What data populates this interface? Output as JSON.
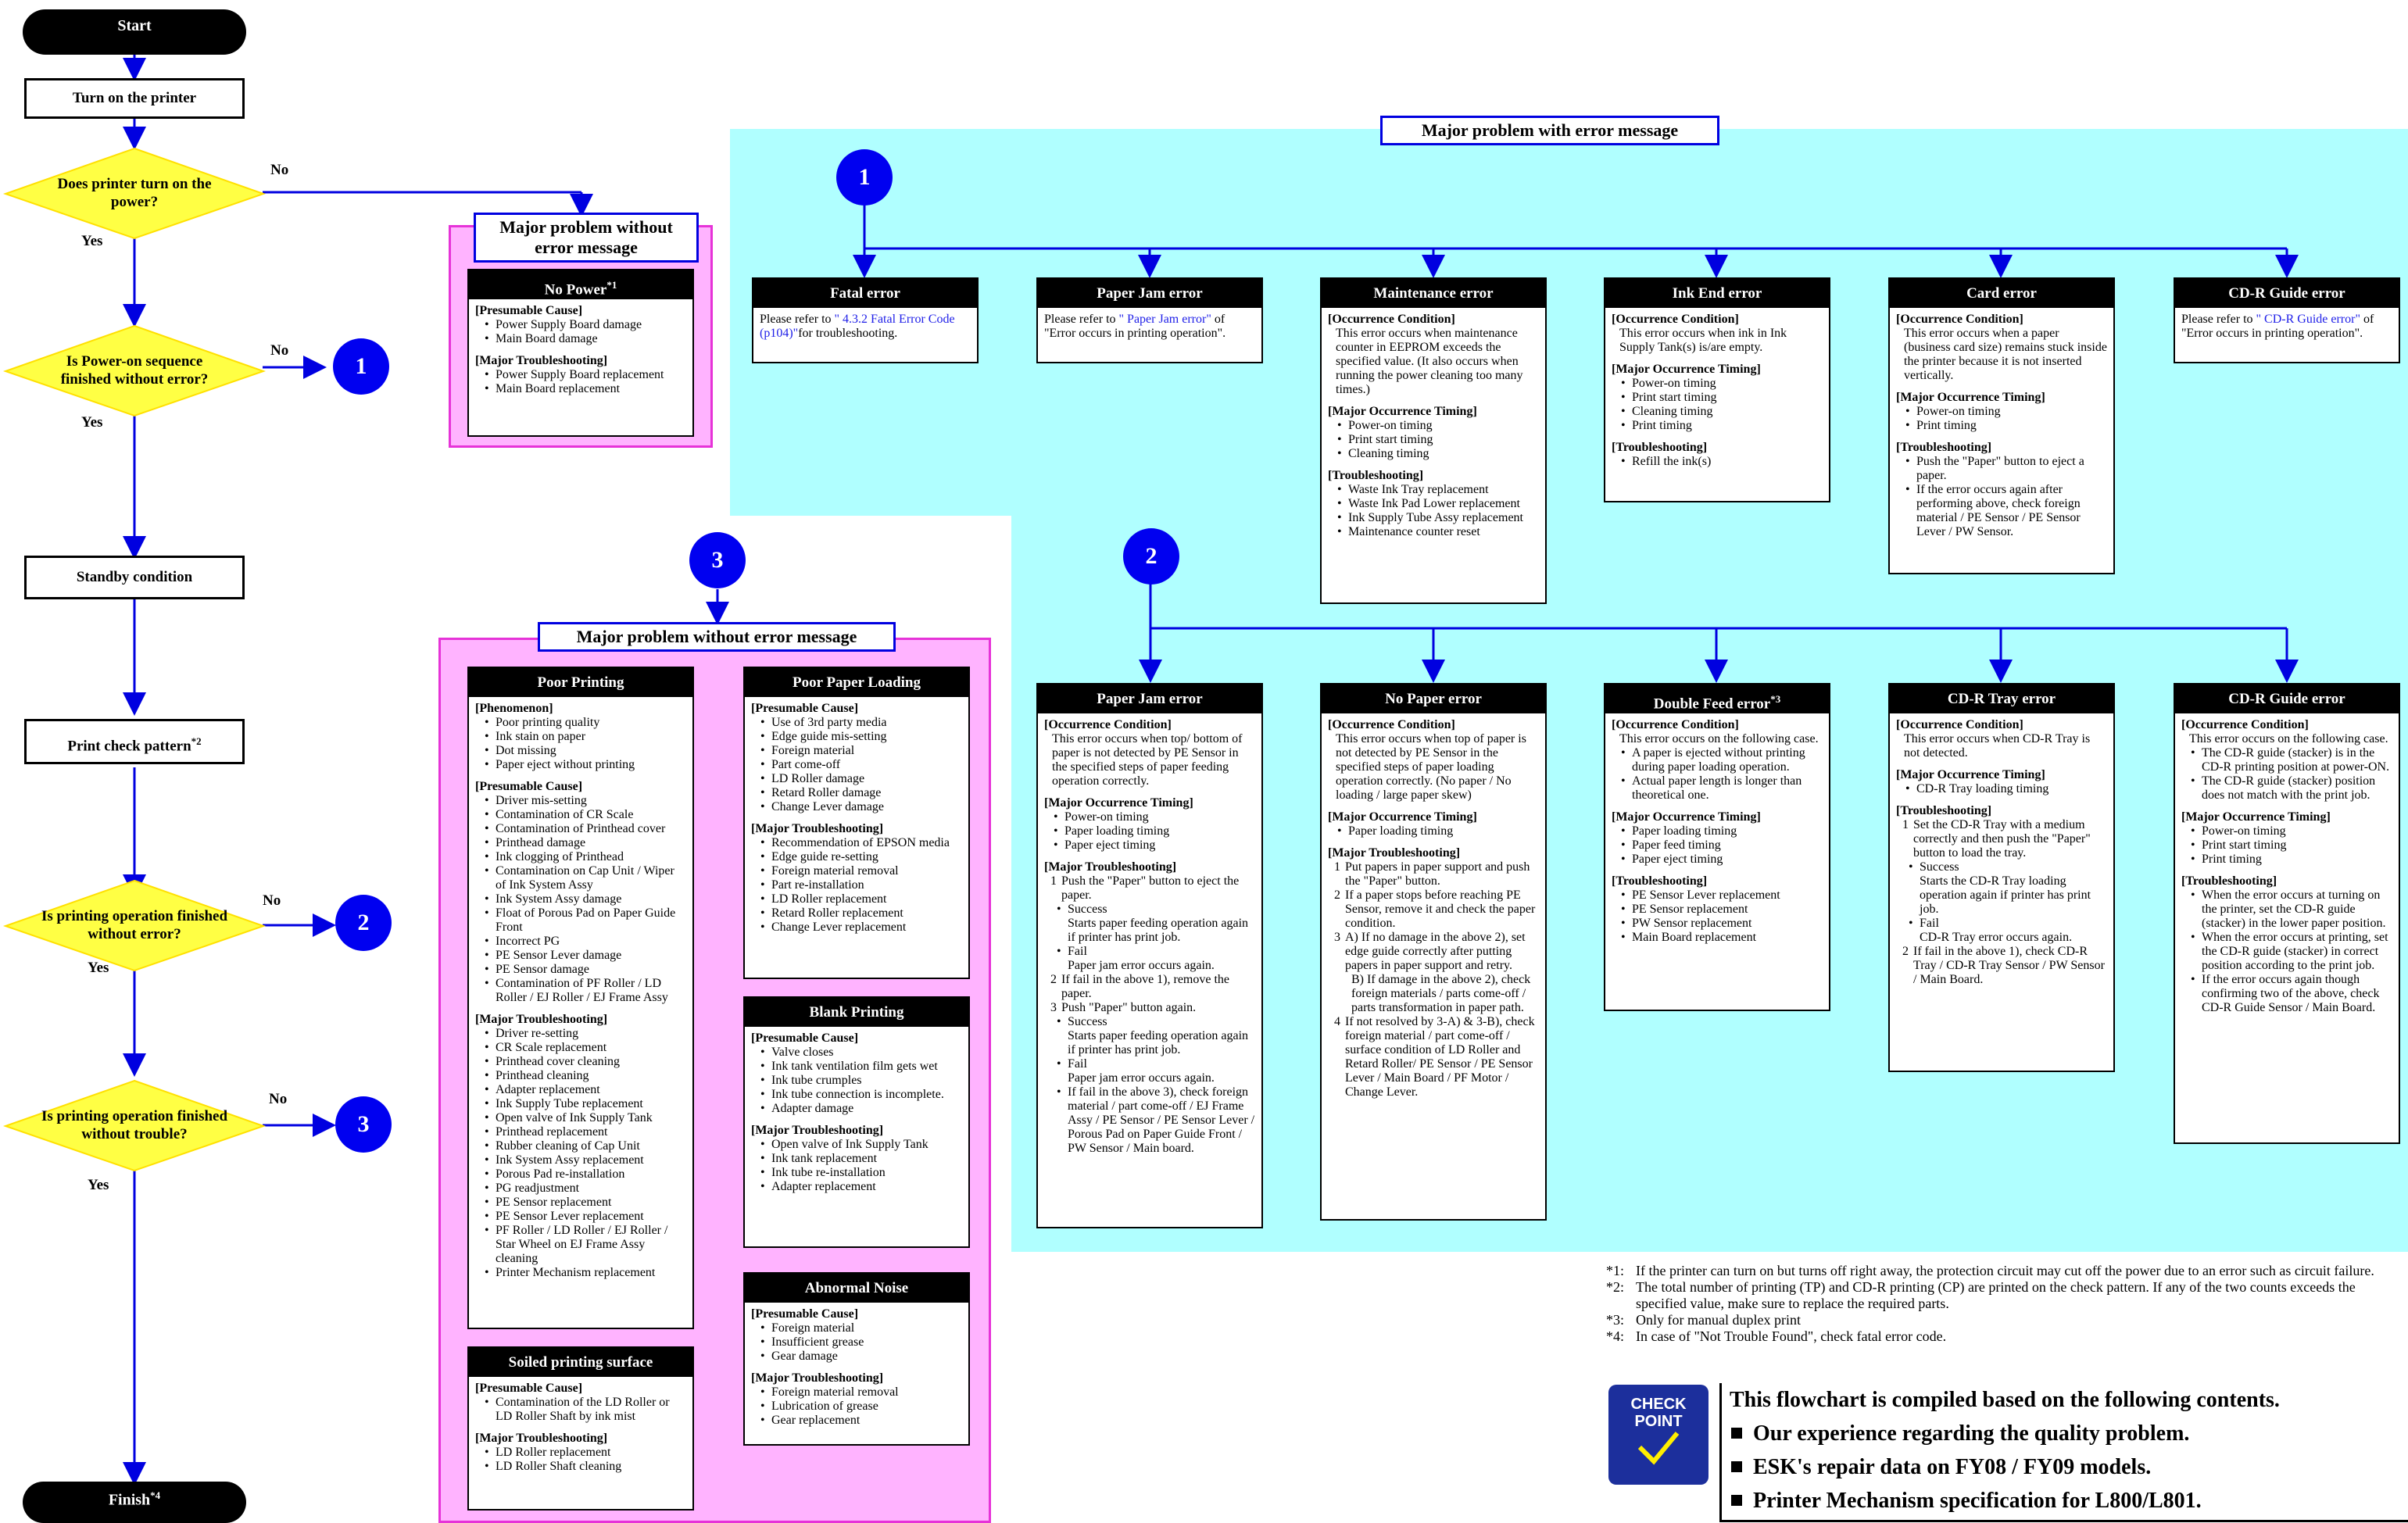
{
  "flow": {
    "start": "Start",
    "turn_on": "Turn on the printer",
    "q_power": "Does printer turn on the power?",
    "q_sequence": "Is Power-on sequence finished without error?",
    "standby": "Standby condition",
    "print_check": "Print check pattern",
    "print_check_mark": "*2",
    "q_printing": "Is printing operation finished without error?",
    "q_trouble": "Is printing operation finished without trouble?",
    "finish": "Finish",
    "finish_mark": "*4",
    "yes": "Yes",
    "no": "No",
    "marker1": "1",
    "marker2": "2",
    "marker3": "3"
  },
  "no_msg_top": {
    "title": "Major problem without error message",
    "card": {
      "title": "No Power",
      "mark": "*1",
      "sec1": "[Presumable Cause]",
      "causes": [
        "Power Supply Board damage",
        "Main Board damage"
      ],
      "sec2": "[Major Troubleshooting]",
      "fixes": [
        "Power Supply Board replacement",
        "Main Board replacement"
      ]
    }
  },
  "no_msg": {
    "title": "Major problem without error message",
    "poor_printing": {
      "title": "Poor Printing",
      "sec1": "[Phenomenon]",
      "phenomena": [
        "Poor printing quality",
        "Ink stain on paper",
        "Dot missing",
        "Paper eject without printing"
      ],
      "sec2": "[Presumable Cause]",
      "causes": [
        "Driver mis-setting",
        "Contamination of CR Scale",
        "Contamination of Printhead cover",
        "Printhead damage",
        "Ink clogging of Printhead",
        "Contamination on Cap Unit / Wiper of Ink System Assy",
        "Ink System Assy damage",
        "Float of Porous Pad on Paper Guide Front",
        "Incorrect PG",
        "PE Sensor Lever damage",
        "PE Sensor damage",
        "Contamination of PF Roller / LD Roller / EJ Roller / EJ Frame Assy"
      ],
      "sec3": "[Major Troubleshooting]",
      "fixes": [
        "Driver re-setting",
        "CR Scale replacement",
        "Printhead cover cleaning",
        "Printhead cleaning",
        "Adapter replacement",
        "Ink Supply Tube replacement",
        "Open valve of Ink Supply Tank",
        "Printhead replacement",
        "Rubber cleaning of Cap Unit",
        "Ink System Assy replacement",
        "Porous Pad re-installation",
        "PG readjustment",
        "PE Sensor replacement",
        "PE Sensor Lever replacement",
        "PF Roller / LD Roller / EJ Roller / Star Wheel on EJ Frame Assy cleaning",
        "Printer Mechanism replacement"
      ]
    },
    "soiled": {
      "title": "Soiled printing surface",
      "sec1": "[Presumable Cause]",
      "causes": [
        "Contamination of the LD Roller or LD Roller Shaft by ink mist"
      ],
      "sec2": "[Major Troubleshooting]",
      "fixes": [
        "LD Roller replacement",
        "LD Roller Shaft cleaning"
      ]
    },
    "poor_loading": {
      "title": "Poor Paper Loading",
      "sec1": "[Presumable Cause]",
      "causes": [
        "Use of 3rd party media",
        "Edge guide mis-setting",
        "Foreign material",
        "Part come-off",
        "LD Roller damage",
        "Retard Roller damage",
        "Change Lever damage"
      ],
      "sec2": "[Major Troubleshooting]",
      "fixes": [
        "Recommendation of EPSON media",
        "Edge guide re-setting",
        "Foreign material removal",
        "Part re-installation",
        "LD Roller replacement",
        "Retard Roller replacement",
        "Change Lever replacement"
      ]
    },
    "blank": {
      "title": "Blank Printing",
      "sec1": "[Presumable Cause]",
      "causes": [
        "Valve closes",
        "Ink tank ventilation film gets wet",
        "Ink tube crumples",
        "Ink tube connection is incomplete.",
        "Adapter damage"
      ],
      "sec2": "[Major Troubleshooting]",
      "fixes": [
        "Open valve of Ink Supply Tank",
        "Ink tank replacement",
        "Ink tube re-installation",
        "Adapter replacement"
      ]
    },
    "noise": {
      "title": "Abnormal Noise",
      "sec1": "[Presumable Cause]",
      "causes": [
        "Foreign material",
        "Insufficient grease",
        "Gear damage"
      ],
      "sec2": "[Major Troubleshooting]",
      "fixes": [
        "Foreign material removal",
        "Lubrication of grease",
        "Gear replacement"
      ]
    }
  },
  "with_msg": {
    "title": "Major problem with error message",
    "fatal": {
      "title": "Fatal error",
      "text_pre": "Please refer to ",
      "link": "\" 4.3.2 Fatal Error Code (p104)\"",
      "text_post": "for troubleshooting."
    },
    "paper_jam1": {
      "title": "Paper Jam error",
      "text_pre": "Please refer to ",
      "link": "\" Paper Jam error\"",
      "text_post": " of \"Error occurs in printing operation\"."
    },
    "maintenance": {
      "title": "Maintenance error",
      "sec1": "[Occurrence Condition]",
      "cond": "This error occurs when maintenance counter in EEPROM exceeds the specified value. (It also occurs when running the power cleaning too many times.)",
      "sec2": "[Major Occurrence Timing]",
      "timing": [
        "Power-on timing",
        "Print start timing",
        "Cleaning timing"
      ],
      "sec3": "[Troubleshooting]",
      "fixes": [
        "Waste Ink Tray replacement",
        "Waste Ink Pad Lower replacement",
        "Ink Supply Tube Assy replacement",
        "Maintenance counter reset"
      ]
    },
    "ink_end": {
      "title": "Ink End error",
      "sec1": "[Occurrence Condition]",
      "cond": "This error occurs when ink in Ink Supply Tank(s) is/are empty.",
      "sec2": "[Major Occurrence Timing]",
      "timing": [
        "Power-on timing",
        "Print start timing",
        "Cleaning timing",
        "Print timing"
      ],
      "sec3": "[Troubleshooting]",
      "fixes": [
        "Refill the ink(s)"
      ]
    },
    "card": {
      "title": "Card error",
      "sec1": "[Occurrence Condition]",
      "cond": "This error occurs when a paper (business card size) remains stuck inside the printer because it is not inserted vertically.",
      "sec2": "[Major Occurrence Timing]",
      "timing": [
        "Power-on timing",
        "Print timing"
      ],
      "sec3": "[Troubleshooting]",
      "fixes": [
        "Push the \"Paper\" button to eject a paper.",
        "If the error occurs again after performing above, check foreign material / PE Sensor / PE Sensor Lever / PW Sensor."
      ]
    },
    "cdr_guide1": {
      "title": "CD-R Guide error",
      "text_pre": "Please refer to ",
      "link": "\" CD-R Guide error\"",
      "text_post": " of \"Error occurs in printing operation\"."
    },
    "paper_jam2": {
      "title": "Paper Jam error",
      "sec1": "[Occurrence Condition]",
      "cond": "This error occurs when top/ bottom of paper is not detected by PE Sensor in the specified steps of paper feeding operation correctly.",
      "sec2": "[Major Occurrence Timing]",
      "timing": [
        "Power-on timing",
        "Paper loading timing",
        "Paper eject timing"
      ],
      "sec3": "[Major Troubleshooting]",
      "step1": "Push the \"Paper\" button to eject the paper.",
      "success": "Success",
      "success1": "Starts paper feeding operation again if printer has print job.",
      "fail": "Fail",
      "fail1": "Paper jam error occurs again.",
      "step2": "If fail in the above 1), remove the paper.",
      "step3": "Push \"Paper\" button again.",
      "success3": "Starts paper feeding operation again if printer has print job.",
      "fail3": "Paper jam error occurs again.",
      "last": "If fail in the above 3), check foreign material / part come-off / EJ Frame Assy / PE Sensor / PE Sensor Lever / Porous Pad on Paper Guide Front / PW Sensor / Main board."
    },
    "no_paper": {
      "title": "No Paper error",
      "sec1": "[Occurrence Condition]",
      "cond": "This error occurs when top of paper is not detected by PE Sensor in the specified steps of paper loading operation correctly. (No paper / No loading / large paper skew)",
      "sec2": "[Major Occurrence Timing]",
      "timing": [
        "Paper loading timing"
      ],
      "sec3": "[Major Troubleshooting]",
      "step1": "Put papers in paper support and push the \"Paper\" button.",
      "step2": "If a paper stops before reaching PE Sensor, remove it and check the paper condition.",
      "step3a": "A) If no damage in the above 2), set edge guide correctly after putting papers in paper support and retry.",
      "step3b": "B) If damage in the above 2), check foreign materials / parts come-off / parts transformation in paper path.",
      "step4": "If not resolved by 3-A) & 3-B), check foreign material / part come-off / surface condition of LD Roller and Retard Roller/ PE Sensor / PE Sensor Lever / Main Board / PF Motor / Change Lever."
    },
    "double_feed": {
      "title": "Double Feed error",
      "mark": "*3",
      "sec1": "[Occurrence Condition]",
      "cond": "This error occurs on the following case.",
      "cases": [
        "A paper is ejected without printing during paper loading operation.",
        "Actual paper length is longer than theoretical one."
      ],
      "sec2": "[Major Occurrence Timing]",
      "timing": [
        "Paper loading timing",
        "Paper feed timing",
        "Paper eject timing"
      ],
      "sec3": "[Troubleshooting]",
      "fixes": [
        "PE Sensor Lever replacement",
        "PE Sensor replacement",
        "PW Sensor replacement",
        "Main Board replacement"
      ]
    },
    "cdr_tray": {
      "title": "CD-R Tray error",
      "sec1": "[Occurrence Condition]",
      "cond": "This error occurs when CD-R Tray is not detected.",
      "sec2": "[Major Occurrence Timing]",
      "timing": [
        "CD-R Tray loading timing"
      ],
      "sec3": "[Troubleshooting]",
      "step1": "Set the CD-R Tray with a medium correctly and then push the \"Paper\" button to load the tray.",
      "success": "Success",
      "success1": "Starts the CD-R Tray loading operation again if printer has print job.",
      "fail": "Fail",
      "fail1": "CD-R Tray error occurs again.",
      "step2": "If fail in the above 1), check CD-R Tray / CD-R Tray Sensor / PW Sensor / Main Board."
    },
    "cdr_guide2": {
      "title": "CD-R Guide error",
      "sec1": "[Occurrence Condition]",
      "cond": "This error occurs on the following case.",
      "cases": [
        "The CD-R guide (stacker) is in the CD-R printing position at power-ON.",
        "The CD-R guide (stacker) position does not match with the print job."
      ],
      "sec2": "[Major Occurrence Timing]",
      "timing": [
        "Power-on timing",
        "Print start timing",
        "Print timing"
      ],
      "sec3": "[Troubleshooting]",
      "fixes": [
        "When the error occurs at turning on the printer, set the CD-R guide (stacker) in the lower paper position.",
        "When the error occurs at printing, set the CD-R guide (stacker) in correct position according to the print job.",
        "If the error occurs again though confirming two of the above, check CD-R Guide Sensor / Main Board."
      ]
    }
  },
  "footnotes": [
    {
      "key": "*1:",
      "text": "If the printer can turn on but turns off right away, the protection circuit may cut off the power due to an error such as circuit failure."
    },
    {
      "key": "*2:",
      "text": "The total number of printing (TP) and CD-R printing (CP) are printed on the check pattern. If any of the two counts exceeds the specified value, make sure to replace the required parts."
    },
    {
      "key": "*3:",
      "text": "Only for manual duplex print"
    },
    {
      "key": "*4:",
      "text": "In case of \"Not Trouble Found\", check fatal error code."
    }
  ],
  "checkpoint": {
    "badge_line1": "CHECK",
    "badge_line2": "POINT",
    "badge_icon": "checkmark-icon",
    "heading": "This flowchart is compiled based on the following contents.",
    "items": [
      "Our experience regarding the quality problem.",
      "ESK's repair data on FY08 / FY09 models.",
      "Printer Mechanism specification for L800/L801."
    ]
  },
  "colors": {
    "pink": "#ffb3ff",
    "pink_border": "#e633d8",
    "cyan": "#b0ffff",
    "flow_line": "#0000e0",
    "diamond": "#ffff44",
    "marker": "#0000f0",
    "link": "#2020e8",
    "badge": "#1c2f9c"
  }
}
